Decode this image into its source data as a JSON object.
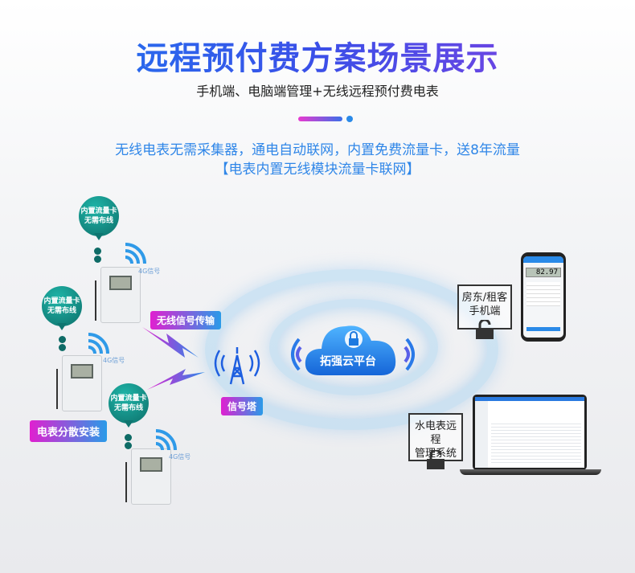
{
  "header": {
    "title": "远程预付费方案场景展示",
    "subtitle": "手机端、电脑端管理+无线远程预付费电表"
  },
  "description": {
    "line1": "无线电表无需采集器，通电自动联网，内置免费流量卡，送8年流量",
    "line2": "【电表内置无线模块流量卡联网】"
  },
  "meters": [
    {
      "bubble_line1": "内置流量卡",
      "bubble_line2": "无需布线",
      "signal": "4G信号"
    },
    {
      "bubble_line1": "内置流量卡",
      "bubble_line2": "无需布线",
      "signal": "4G信号"
    },
    {
      "bubble_line1": "内置流量卡",
      "bubble_line2": "无需布线",
      "signal": "4G信号"
    }
  ],
  "tags": {
    "wireless": "无线信号传输",
    "tower": "信号塔",
    "install": "电表分散安装"
  },
  "cloud": {
    "label": "拓强云平台"
  },
  "mobile": {
    "label_line1": "房东/租客",
    "label_line2": "手机端",
    "reading": "82.97"
  },
  "pc": {
    "label_line1": "水电表远程",
    "label_line2": "管理系统"
  },
  "colors": {
    "accent": "#2f86e8",
    "teal": "#0e7570",
    "magenta": "#e020d0"
  }
}
